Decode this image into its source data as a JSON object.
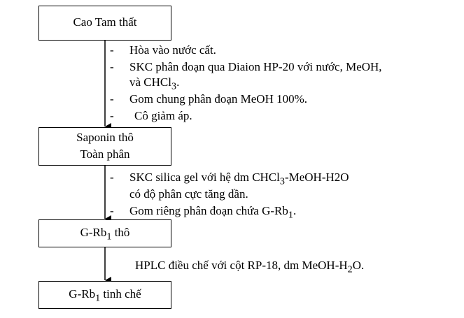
{
  "boxes": {
    "cao_tam_that": "Cao Tam thất",
    "saponin_line1": "Saponin thô",
    "saponin_line2": "Toàn phân",
    "rb1_tho_prefix": "G-Rb",
    "rb1_tho_sub": "1",
    "rb1_tho_suffix": " thô",
    "rb1_tinh_prefix": "G-Rb",
    "rb1_tinh_sub": "1",
    "rb1_tinh_suffix": " tinh chế"
  },
  "steps_1": {
    "s1": "Hòa vào nước cất.",
    "s2": "SKC phân đoạn qua Diaion HP-20 với nước, MeOH,",
    "s2b_prefix": "và CHCl",
    "s2b_sub": "3",
    "s2b_suffix": ".",
    "s3": "Gom chung phân đoạn MeOH 100%.",
    "s4": "Cô giảm áp."
  },
  "steps_2": {
    "s1_prefix": "SKC silica gel với hệ dm CHCl",
    "s1_sub": "3",
    "s1_suffix": "-MeOH-H2O",
    "s1b": "có độ phân cực tăng dần.",
    "s2_prefix": "Gom riêng phân đoạn chứa G-Rb",
    "s2_sub": "1",
    "s2_suffix": "."
  },
  "steps_3": {
    "s1_prefix": "HPLC điều chế với cột RP-18, dm MeOH-H",
    "s1_sub": "2",
    "s1_suffix": "O."
  },
  "dash_symbol": "-"
}
